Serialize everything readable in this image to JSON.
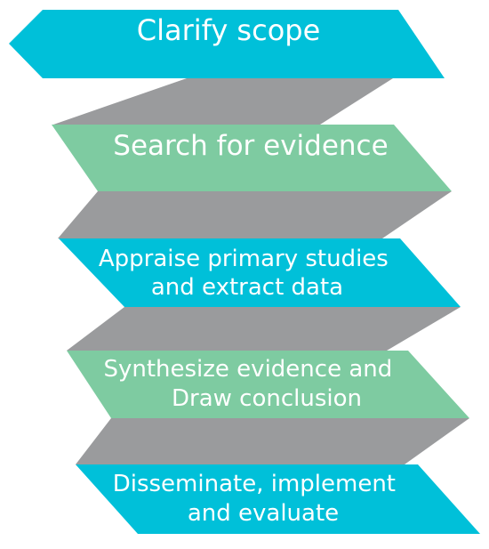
{
  "diagram": {
    "steps": [
      {
        "lines": [
          "Clarify scope"
        ],
        "color": "#00c0d9"
      },
      {
        "lines": [
          "Search for evidence"
        ],
        "color": "#7ecba1"
      },
      {
        "lines": [
          "Appraise primary studies",
          "and extract data"
        ],
        "color": "#00c0d9"
      },
      {
        "lines": [
          "Synthesize evidence and",
          "Draw conclusion"
        ],
        "color": "#7ecba1"
      },
      {
        "lines": [
          "Disseminate, implement",
          "and evaluate"
        ],
        "color": "#00c0d9"
      }
    ],
    "connector_color": "#9a9b9d",
    "text_color": "#ffffff"
  }
}
